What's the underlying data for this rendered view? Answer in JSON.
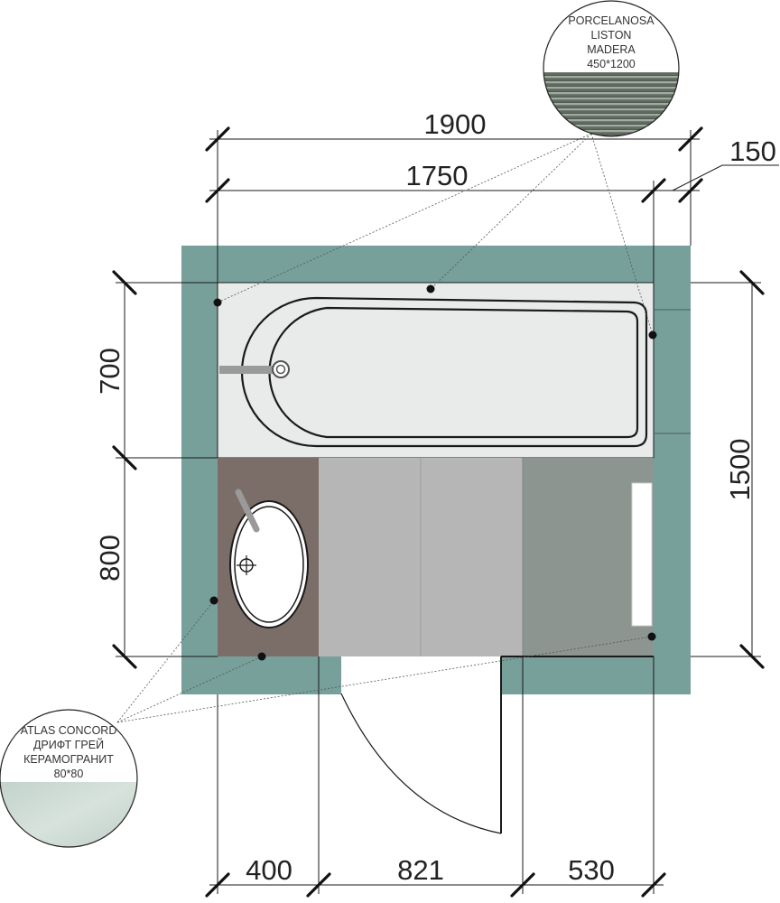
{
  "dimensions": {
    "top_total": "1900",
    "top_inner": "1750",
    "top_right": "150",
    "left_bath": "700",
    "left_lower": "800",
    "right_total": "1500",
    "bottom_left": "400",
    "bottom_middle": "821",
    "bottom_right": "530"
  },
  "callouts": {
    "wall_tile": {
      "lines": [
        "PORCELANOSA",
        "LISTON",
        "MADERA",
        "450*1200"
      ]
    },
    "floor_tile": {
      "lines": [
        "ATLAS CONCORD",
        "ДРИФТ ГРЕЙ",
        "КЕРАМОГРАНИТ",
        "80*80"
      ]
    }
  },
  "colors": {
    "wall": "#77a09b",
    "bath_area": "#e9ebea",
    "vanity": "#7b6e69",
    "floor_light": "#b6b6b6",
    "floor_dark": "#8d9591",
    "line": "#1a1a1a"
  }
}
